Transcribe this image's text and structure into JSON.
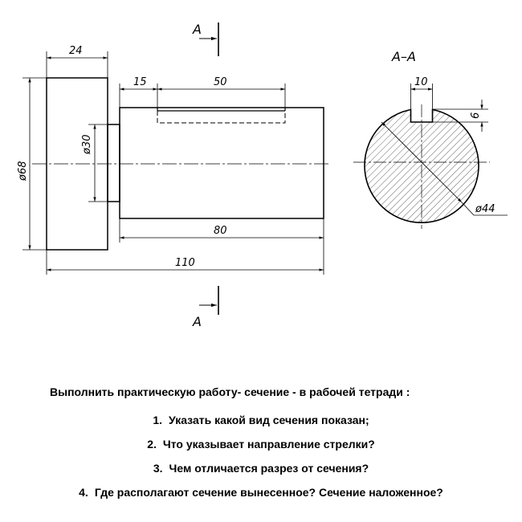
{
  "drawing": {
    "section_mark": "А",
    "section_title": "А–А",
    "dimensions": {
      "flange_width": "24",
      "key_offset": "15",
      "keyway_length": "50",
      "flange_diameter": "ø68",
      "neck_diameter": "ø30",
      "shaft_length": "80",
      "total_length": "110",
      "keyway_width": "10",
      "keyway_depth": "6",
      "section_diameter": "ø44"
    }
  },
  "task": {
    "title": "Выполнить практическую работу- сечение - в рабочей тетради :",
    "questions": [
      {
        "number": "1.",
        "text": "Указать какой вид сечения показан;"
      },
      {
        "number": "2.",
        "text": "Что указывает направление стрелки?"
      },
      {
        "number": "3.",
        "text": "Чем отличается разрез от сечения?"
      },
      {
        "number": "4.",
        "text": "Где располагают сечение вынесенное? Сечение наложенное?"
      }
    ]
  }
}
